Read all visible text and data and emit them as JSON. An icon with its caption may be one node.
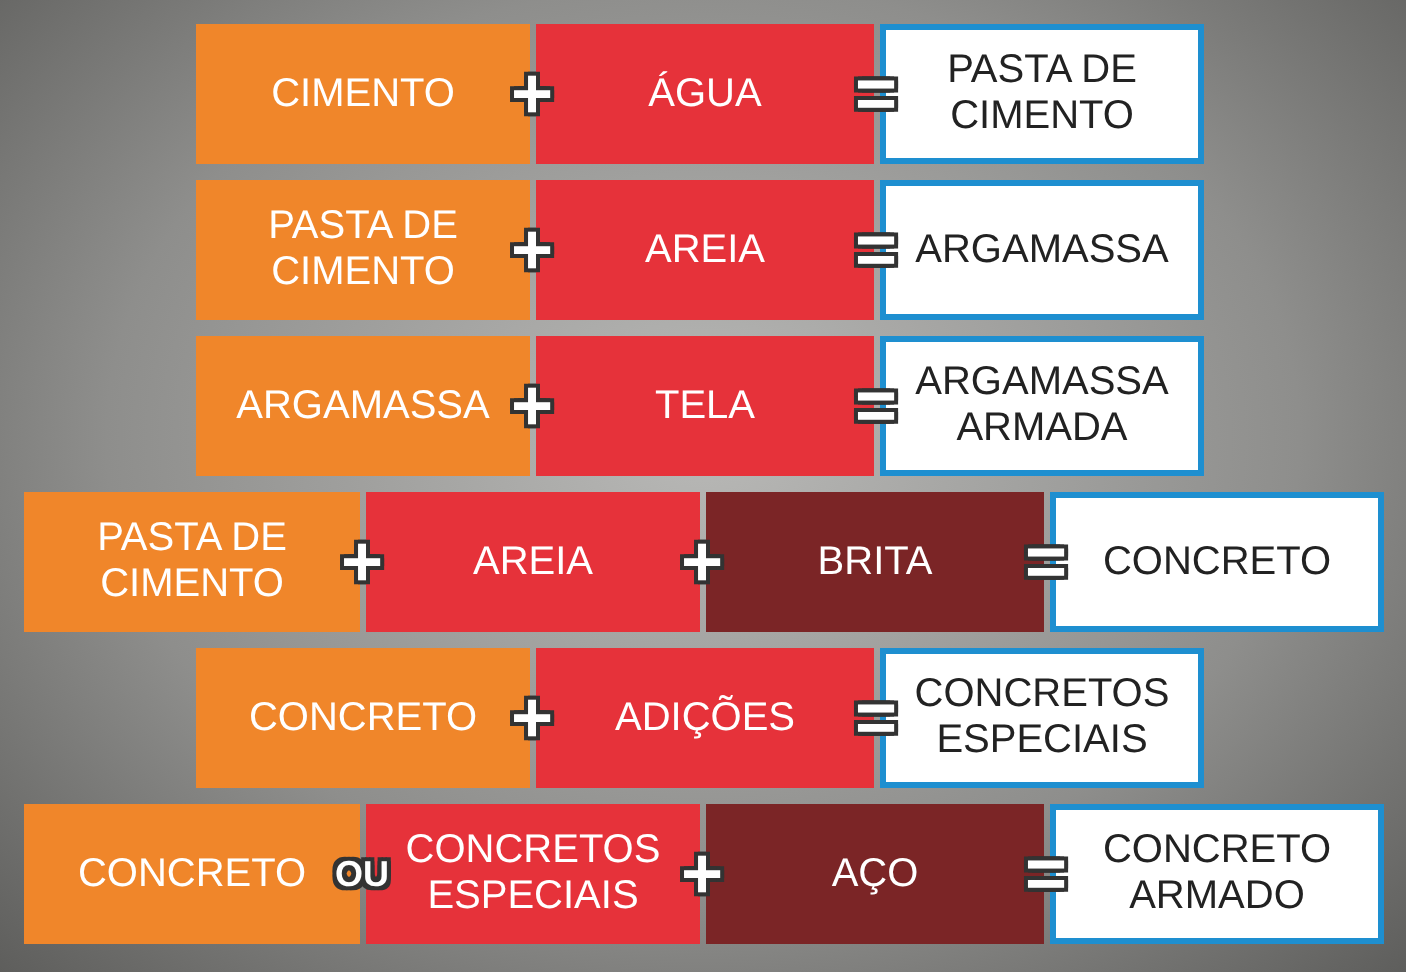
{
  "diagram": {
    "nodes": [
      {
        "text": [
          "CIMENTO"
        ]
      },
      {
        "text": [
          "ÁGUA"
        ]
      },
      {
        "text": [
          "PASTA DE CIMENTO"
        ]
      },
      {
        "text": [
          "PASTA DE CIMENTO"
        ]
      },
      {
        "text": [
          "AREIA"
        ]
      },
      {
        "text": [
          "ARGAMASSA"
        ]
      },
      {
        "text": [
          "ARGAMASSA"
        ]
      },
      {
        "text": [
          "TELA"
        ]
      },
      {
        "text": [
          "ARGAMASSA ARMADA"
        ]
      },
      {
        "text": [
          "PASTA DE CIMENTO"
        ]
      },
      {
        "text": [
          "AREIA"
        ]
      },
      {
        "text": [
          "BRITA"
        ]
      },
      {
        "text": [
          "CONCRETO"
        ]
      },
      {
        "text": [
          "CONCRETO"
        ]
      },
      {
        "text": [
          "ADIÇÕES"
        ]
      },
      {
        "text": [
          "CONCRETOS ESPECIAIS"
        ]
      },
      {
        "text": [
          "CONCRETO"
        ]
      },
      {
        "text": [
          "CONCRETOS ESPECIAIS"
        ]
      },
      {
        "text": [
          "AÇO"
        ]
      },
      {
        "text": [
          "CONCRETO ARMADO"
        ]
      }
    ],
    "labels": [
      "+",
      "=",
      "+",
      "=",
      "+",
      "=",
      "+",
      "+",
      "=",
      "+",
      "=",
      "OU",
      "+",
      "="
    ]
  }
}
